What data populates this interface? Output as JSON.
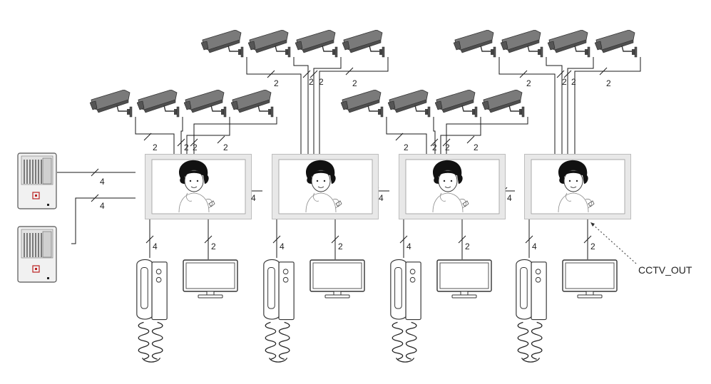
{
  "diagram": {
    "cable_labels": {
      "door_station": "4",
      "camera_local": "2",
      "camera_remote": "2",
      "monitor_link": "4",
      "handset": "4",
      "cctv_monitor": "2"
    },
    "cctv_out_label": "CCTV_OUT",
    "door_stations": [
      {
        "id": "door-station-1"
      },
      {
        "id": "door-station-2"
      }
    ],
    "indoor_units": [
      {
        "id": "indoor-monitor-1"
      },
      {
        "id": "indoor-monitor-2"
      },
      {
        "id": "indoor-monitor-3"
      },
      {
        "id": "indoor-monitor-4"
      }
    ],
    "camera_groups": [
      {
        "id": "camera-group-1"
      },
      {
        "id": "camera-group-2"
      },
      {
        "id": "camera-group-3"
      },
      {
        "id": "camera-group-4"
      }
    ],
    "colors": {
      "line": "#1a1a1a",
      "camera": "#6e6e6e",
      "monitor_frame": "#e6e6e6",
      "handset": "#ffffff"
    }
  }
}
